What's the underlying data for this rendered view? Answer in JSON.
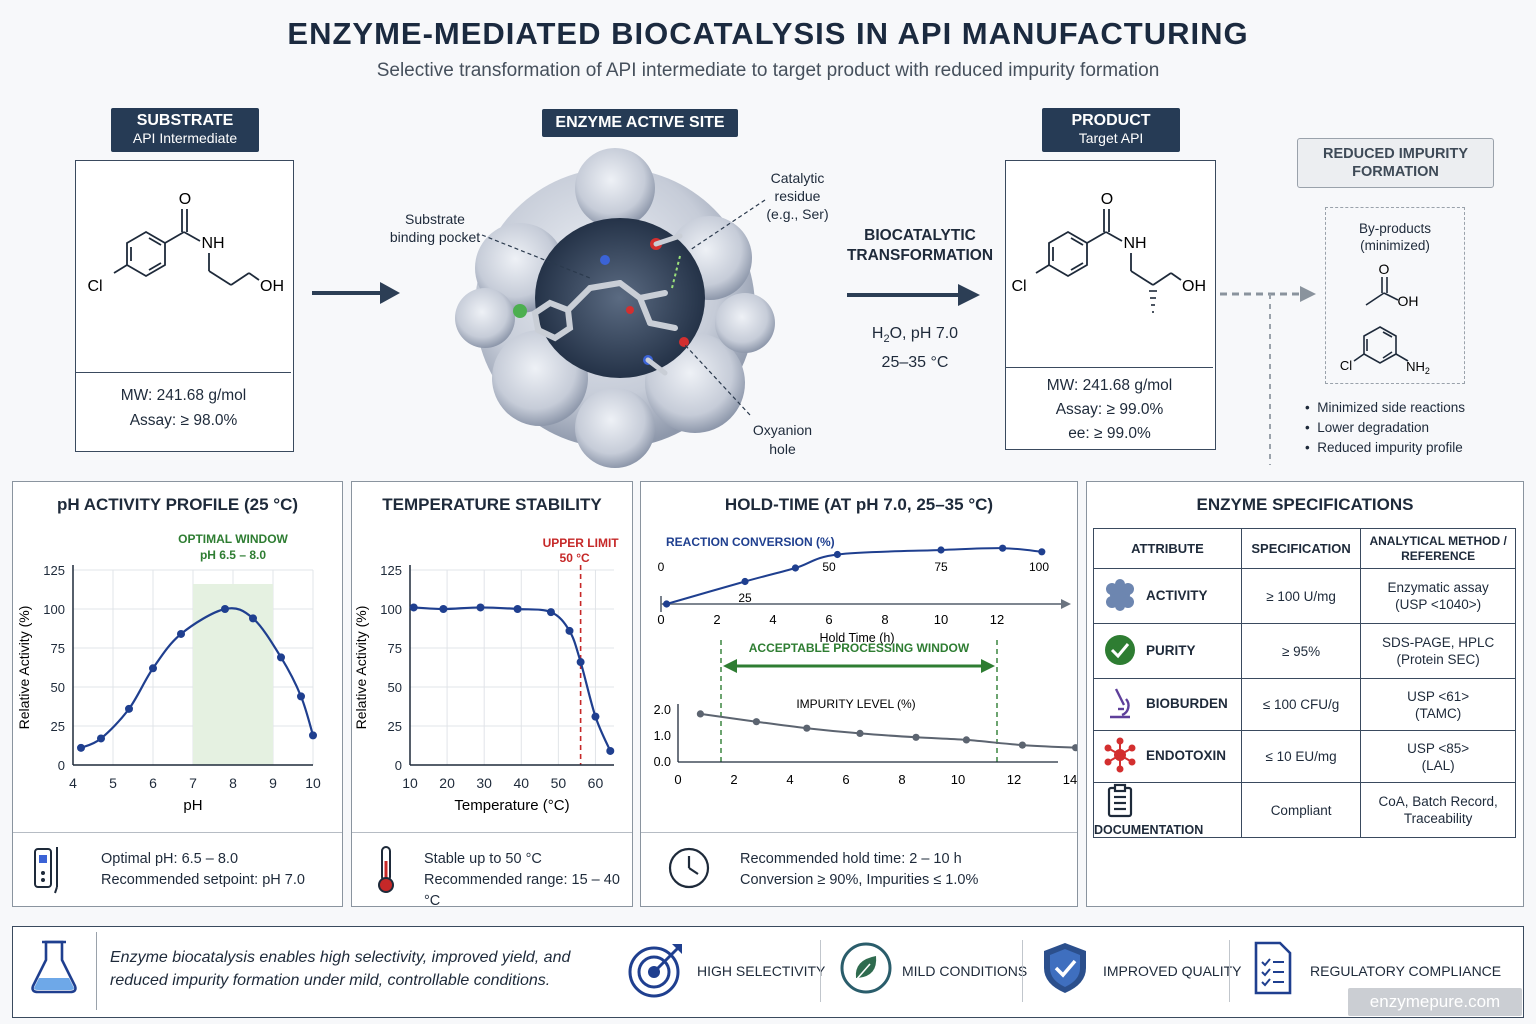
{
  "header": {
    "title": "ENZYME-MEDIATED BIOCATALYSIS IN API MANUFACTURING",
    "subtitle": "Selective transformation of API intermediate to target product with reduced impurity formation"
  },
  "substrate": {
    "heading": "SUBSTRATE",
    "sub": "API Intermediate",
    "atoms": {
      "o": "O",
      "nh": "NH",
      "oh": "OH",
      "cl": "Cl"
    },
    "mw": "MW: 241.68 g/mol",
    "assay": "Assay: ≥ 98.0%"
  },
  "enzyme": {
    "heading": "ENZYME ACTIVE SITE",
    "binding_label_1": "Substrate",
    "binding_label_2": "binding pocket",
    "catalytic_1": "Catalytic",
    "catalytic_2": "residue",
    "catalytic_3": "(e.g., Ser)",
    "oxyanion_1": "Oxyanion",
    "oxyanion_2": "hole"
  },
  "transformation": {
    "line1": "BIOCATALYTIC",
    "line2": "TRANSFORMATION",
    "cond_h": "H",
    "cond_sub": "2",
    "cond_rest": "O, pH 7.0",
    "temp": "25–35 °C"
  },
  "product": {
    "heading": "PRODUCT",
    "sub": "Target API",
    "atoms": {
      "o": "O",
      "nh": "NH",
      "oh": "OH",
      "cl": "Cl"
    },
    "mw": "MW: 241.68 g/mol",
    "assay": "Assay: ≥ 99.0%",
    "ee": "ee:    ≥ 99.0%"
  },
  "impurity": {
    "heading_1": "REDUCED IMPURITY",
    "heading_2": "FORMATION",
    "byproducts_1": "By-products",
    "byproducts_2": "(minimized)",
    "atoms": {
      "o": "O",
      "oh": "OH",
      "cl": "Cl",
      "nh": "NH",
      "nh_sub": "2"
    },
    "bullets": [
      "Minimized side reactions",
      "Lower degradation",
      "Reduced impurity profile"
    ]
  },
  "ph_panel": {
    "title": "pH ACTIVITY PROFILE (25 °C)",
    "window_1": "OPTIMAL WINDOW",
    "window_2": "pH 6.5 – 8.0",
    "summary_1": "Optimal pH:  6.5 – 8.0",
    "summary_2": "Recommended setpoint:  pH 7.0"
  },
  "temp_panel": {
    "title": "TEMPERATURE STABILITY",
    "limit_1": "UPPER LIMIT",
    "limit_2": "50 °C",
    "summary_1": "Stable up to 50 °C",
    "summary_2": "Recommended range:  15 – 40 °C"
  },
  "hold_panel": {
    "title": "HOLD-TIME (AT pH 7.0, 25–35 °C)",
    "conv_label": "REACTION CONVERSION (%)",
    "window_label": "ACCEPTABLE PROCESSING WINDOW",
    "imp_label": "IMPURITY LEVEL (%)",
    "summary_1": "Recommended hold time:    2 – 10 h",
    "summary_2": "Conversion ≥ 90%, Impurities ≤ 1.0%"
  },
  "specs": {
    "title": "ENZYME SPECIFICATIONS",
    "headers": [
      "ATTRIBUTE",
      "SPECIFICATION",
      "ANALYTICAL METHOD /\nREFERENCE"
    ],
    "rows": [
      {
        "attr": "ACTIVITY",
        "spec": "≥ 100 U/mg",
        "m1": "Enzymatic assay",
        "m2": "(USP <1040>)"
      },
      {
        "attr": "PURITY",
        "spec": "≥ 95%",
        "m1": "SDS-PAGE, HPLC",
        "m2": "(Protein SEC)"
      },
      {
        "attr": "BIOBURDEN",
        "spec": "≤ 100 CFU/g",
        "m1": "USP <61>",
        "m2": "(TAMC)"
      },
      {
        "attr": "ENDOTOXIN",
        "spec": "≤ 10 EU/mg",
        "m1": "USP <85>",
        "m2": "(LAL)"
      },
      {
        "attr": "DOCUMENTATION",
        "spec": "Compliant",
        "m1": "CoA, Batch Record,",
        "m2": "Traceability"
      }
    ]
  },
  "footer": {
    "text_1": "Enzyme biocatalysis enables high selectivity, improved yield, and",
    "text_2": "reduced impurity formation under mild, controllable conditions.",
    "badges": [
      "HIGH SELECTIVITY",
      "MILD CONDITIONS",
      "IMPROVED QUALITY",
      "REGULATORY COMPLIANCE"
    ],
    "watermark": "enzymepure.com"
  },
  "colors": {
    "navy": "#263b55",
    "green": "#2e7d32",
    "red": "#c62828",
    "blue": "#1f3f8f"
  },
  "chart_data": [
    {
      "type": "line",
      "ylabel": "Relative Activity (%)",
      "xlabel": "pH",
      "xlim": [
        4,
        10
      ],
      "ylim": [
        0,
        125
      ],
      "xticks": [
        4,
        5,
        6,
        7,
        8,
        9,
        10
      ],
      "yticks": [
        0,
        25,
        50,
        75,
        100,
        125
      ],
      "shaded": [
        7,
        9
      ],
      "x": [
        4.2,
        4.7,
        5.4,
        6.0,
        6.7,
        7.8,
        8.5,
        9.2,
        9.7,
        10.0
      ],
      "y": [
        11,
        17,
        36,
        62,
        84,
        100,
        94,
        69,
        44,
        19
      ]
    },
    {
      "type": "line",
      "ylabel": "Relative Activity (%)",
      "xlabel": "Temperature (°C)",
      "xlim": [
        10,
        65
      ],
      "ylim": [
        0,
        125
      ],
      "xticks": [
        10,
        20,
        30,
        40,
        50,
        60
      ],
      "yticks": [
        0,
        25,
        50,
        75,
        100,
        125
      ],
      "limit": 56,
      "x": [
        11,
        19,
        29,
        39,
        48,
        53,
        56,
        60,
        64
      ],
      "y": [
        101,
        100,
        101,
        100,
        98,
        86,
        66,
        31,
        9
      ]
    },
    {
      "type": "line",
      "ylabel": "",
      "xlabel": "Hold Time (h)",
      "xlim": [
        0,
        14
      ],
      "xticks": [
        0,
        2,
        4,
        6,
        8,
        10,
        12
      ],
      "name": "REACTION CONVERSION (%)",
      "conv_tick_labels": [
        {
          "x": 0,
          "label": "0"
        },
        {
          "x": 3,
          "label": "25"
        },
        {
          "x": 6,
          "label": "50"
        },
        {
          "x": 10,
          "label": "75"
        },
        {
          "x": 13.5,
          "label": "100"
        }
      ],
      "x": [
        0.2,
        3,
        4.8,
        6.3,
        10,
        12.2,
        13.6
      ],
      "y": [
        0,
        25,
        40,
        55,
        60,
        62,
        58
      ]
    },
    {
      "type": "line",
      "xlim": [
        0,
        14
      ],
      "ylim": [
        0,
        2.2
      ],
      "xticks": [
        0,
        2,
        4,
        6,
        8,
        10,
        12,
        14
      ],
      "yticks": [
        0.0,
        1.0,
        2.0
      ],
      "window": [
        2,
        12
      ],
      "name": "IMPURITY LEVEL (%)",
      "x": [
        0.8,
        2.8,
        4.6,
        6.5,
        8.5,
        10.3,
        12.3,
        14.2
      ],
      "y": [
        1.85,
        1.55,
        1.3,
        1.1,
        0.95,
        0.85,
        0.65,
        0.55
      ]
    }
  ]
}
